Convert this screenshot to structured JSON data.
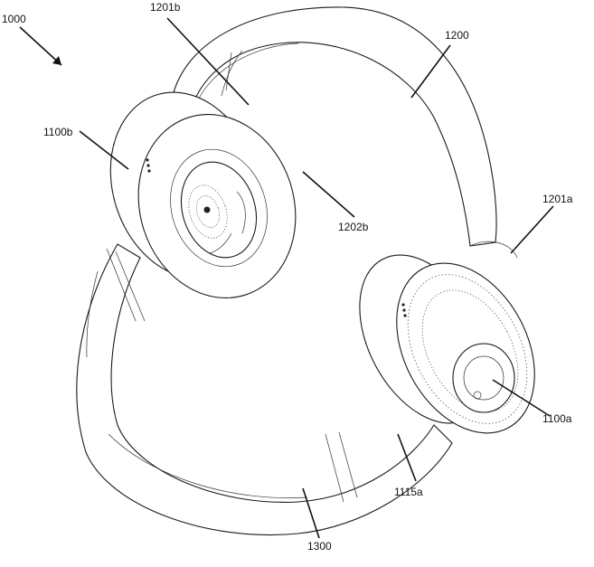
{
  "figure": {
    "reference_numerals": {
      "assembly": "1000",
      "earcup_b": "1100b",
      "ear_pad_mount_b": "1201b",
      "headband": "1200",
      "slot_b": "1202b",
      "ear_pad_mount_a": "1201a",
      "earcup_a": "1100a",
      "joint_a": "1115a",
      "visor_band": "1300"
    }
  }
}
